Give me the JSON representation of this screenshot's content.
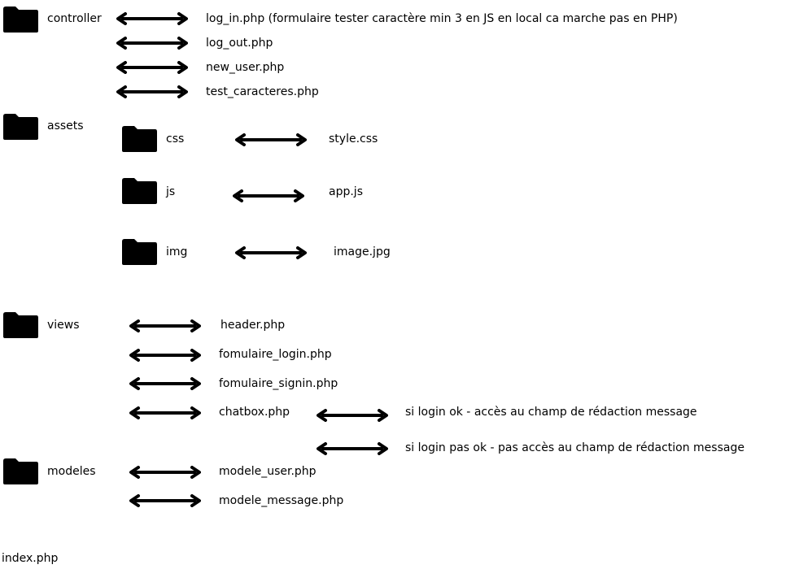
{
  "folders": {
    "controller": "controller",
    "assets": "assets",
    "css": "css",
    "js": "js",
    "img": "img",
    "views": "views",
    "modeles": "modeles"
  },
  "files": {
    "log_in": "log_in.php (formulaire tester caractère min 3 en JS en local ca marche pas en PHP)",
    "log_out": "log_out.php",
    "new_user": "new_user.php",
    "test_caracteres": "test_caracteres.php",
    "style_css": "style.css",
    "app_js": "app.js",
    "image_jpg": "image.jpg",
    "header": "header.php",
    "fomulaire_login": "fomulaire_login.php",
    "fomulaire_signin": "fomulaire_signin.php",
    "chatbox": "chatbox.php",
    "modele_user": "modele_user.php",
    "modele_message": "modele_message.php",
    "index": "index.php"
  },
  "notes": {
    "login_ok": "si login ok - accès au champ de rédaction message",
    "login_not_ok": "si login pas ok - pas accès au champ de rédaction message"
  }
}
